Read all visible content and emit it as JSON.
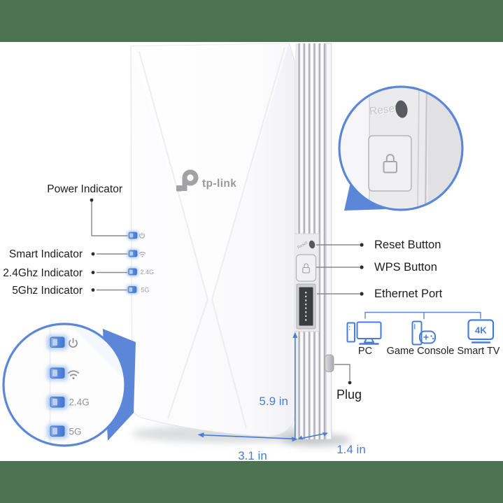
{
  "colors": {
    "accent_blue": "#4a7cd6",
    "band_green": "#4b7251",
    "led_blue": "#5c8fe0",
    "label_dark": "#1d1d1f",
    "muted_gray": "#97999e"
  },
  "brand": {
    "logo_text": "tp-link"
  },
  "device": {
    "reset_engraving": "Reset",
    "led_labels": {
      "ghz24": "2.4G",
      "ghz5": "5G"
    }
  },
  "callouts": {
    "left": [
      {
        "label": "Power Indicator"
      },
      {
        "label": "Smart Indicator"
      },
      {
        "label": "2.4Ghz Indicator"
      },
      {
        "label": "5Ghz Indicator"
      }
    ],
    "right": [
      {
        "label": "Reset Button"
      },
      {
        "label": "WPS Button"
      },
      {
        "label": "Ethernet Port"
      }
    ],
    "plug": {
      "label": "Plug"
    }
  },
  "compatible_devices": [
    {
      "label": "PC"
    },
    {
      "label": "Game Console"
    },
    {
      "label": "Smart TV",
      "badge": "4K"
    }
  ],
  "dimensions": {
    "height": "5.9 in",
    "width": "3.1 in",
    "depth": "1.4 in"
  }
}
